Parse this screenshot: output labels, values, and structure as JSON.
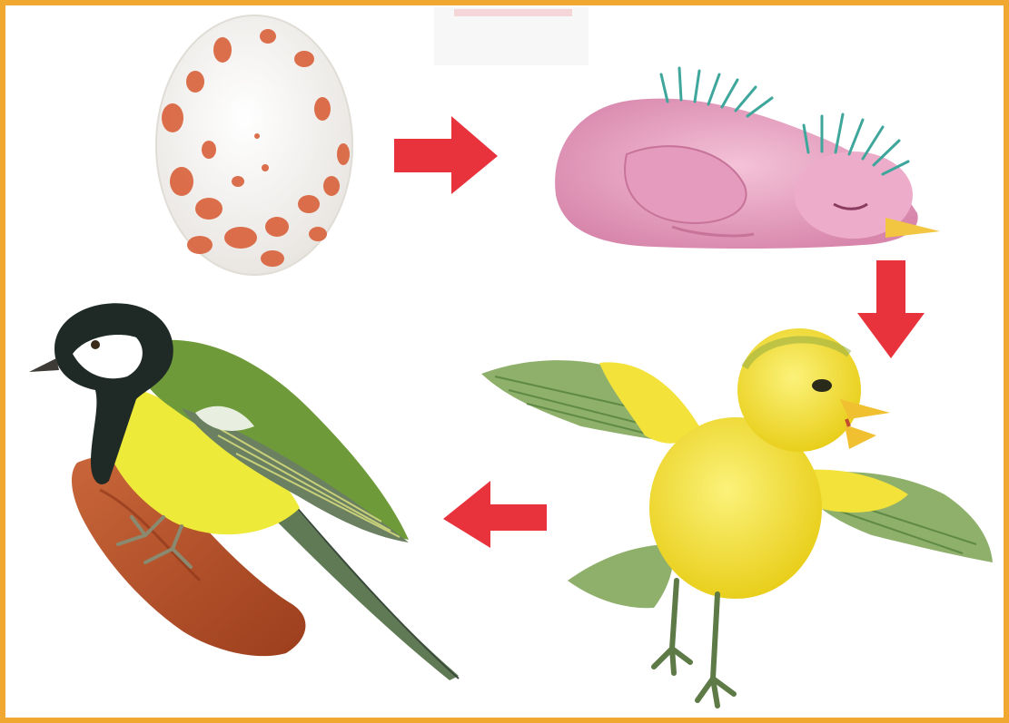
{
  "diagram": {
    "type": "life-cycle",
    "stages": [
      {
        "id": "egg",
        "icon": "speckled-egg"
      },
      {
        "id": "hatchling",
        "icon": "pink-hatchling"
      },
      {
        "id": "fledgling",
        "icon": "yellow-fledgling"
      },
      {
        "id": "adult",
        "icon": "great-tit-bird"
      }
    ],
    "arrows": [
      {
        "from": "egg",
        "to": "hatchling",
        "direction": "right"
      },
      {
        "from": "hatchling",
        "to": "fledgling",
        "direction": "down"
      },
      {
        "from": "fledgling",
        "to": "adult",
        "direction": "left"
      }
    ],
    "colors": {
      "frame": "#f0a830",
      "arrow": "#e8323c",
      "egg_spots": "#d9603a",
      "hatchling": "#e9a0c0",
      "down_tufts": "#3fa69c",
      "fledgling": "#f3e23a",
      "fledgling_wing": "#7f9f5a",
      "adult_belly": "#eeea3a",
      "adult_back": "#6f9a3a",
      "adult_head": "#1f2a26",
      "branch": "#b8552a"
    }
  }
}
